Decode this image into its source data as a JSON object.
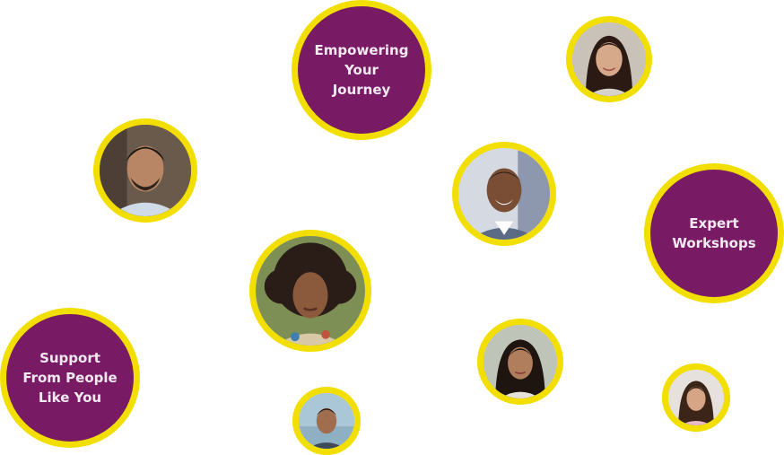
{
  "bubbles": {
    "empowering": {
      "lines": [
        "Empowering",
        "Your",
        "Journey"
      ]
    },
    "workshops": {
      "lines": [
        "Expert",
        "Workshops"
      ]
    },
    "support": {
      "lines": [
        "Support",
        "From People",
        "Like You"
      ]
    }
  },
  "colors": {
    "ring": "#f2df00",
    "bubble_fill": "#781a64",
    "bubble_text": "#f3e9f1"
  },
  "photos": [
    {
      "icon": "man-portrait-photo"
    },
    {
      "icon": "woman-portrait-photo"
    },
    {
      "icon": "smiling-man-portrait-photo"
    },
    {
      "icon": "curly-hair-woman-portrait-photo"
    },
    {
      "icon": "young-woman-portrait-photo"
    },
    {
      "icon": "smiling-woman-portrait-photo"
    },
    {
      "icon": "man-portrait-photo"
    }
  ]
}
